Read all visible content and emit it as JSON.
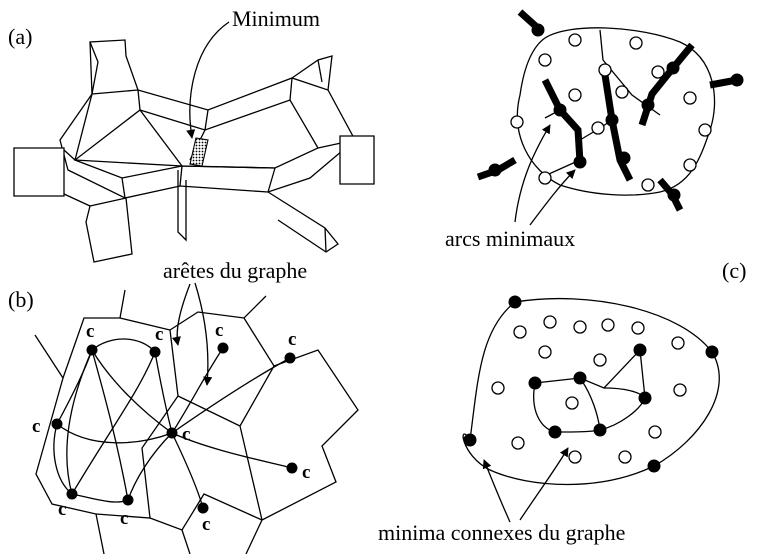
{
  "panels": {
    "a": {
      "label": "(a)",
      "annotation": "Minimum"
    },
    "b": {
      "label": "(b)",
      "annotation": "arêtes du graphe",
      "node_label": "c"
    },
    "arcs": {
      "annotation": "arcs minimaux"
    },
    "c": {
      "label": "(c)",
      "annotation": "minima connexes du graphe"
    }
  }
}
